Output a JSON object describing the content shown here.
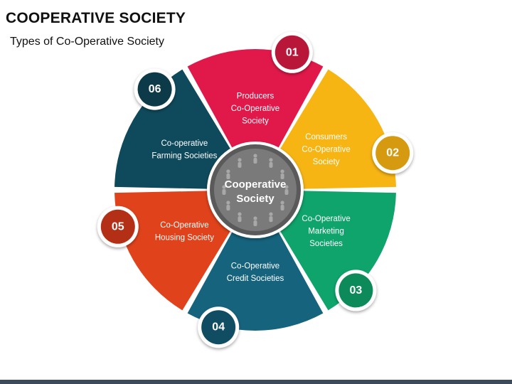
{
  "header": {
    "title": "COOPERATIVE SOCIETY",
    "subtitle": "Types of Co-Operative Society"
  },
  "center": {
    "lines": [
      "Cooperative",
      "Society"
    ],
    "icon": "people-circle-icon"
  },
  "segments": [
    {
      "number": "01",
      "lines": [
        "Producers",
        "Co-Operative",
        "Society"
      ],
      "color": "#e0194a",
      "badge_color": "#b8173a"
    },
    {
      "number": "02",
      "lines": [
        "Consumers",
        "Co-Operative",
        "Society"
      ],
      "color": "#f7b514",
      "badge_color": "#d69a10"
    },
    {
      "number": "03",
      "lines": [
        "Co-Operative",
        "Marketing",
        "Societies"
      ],
      "color": "#0fa46c",
      "badge_color": "#0d8a5a"
    },
    {
      "number": "04",
      "lines": [
        "Co-Operative",
        "Credit Societies"
      ],
      "color": "#16637e",
      "badge_color": "#104d63"
    },
    {
      "number": "05",
      "lines": [
        "Co-Operative",
        "Housing Society"
      ],
      "color": "#e0431c",
      "badge_color": "#b33017"
    },
    {
      "number": "06",
      "lines": [
        "Co-operative",
        "Farming Societies"
      ],
      "color": "#0f4a5c",
      "badge_color": "#0c3a48"
    }
  ]
}
